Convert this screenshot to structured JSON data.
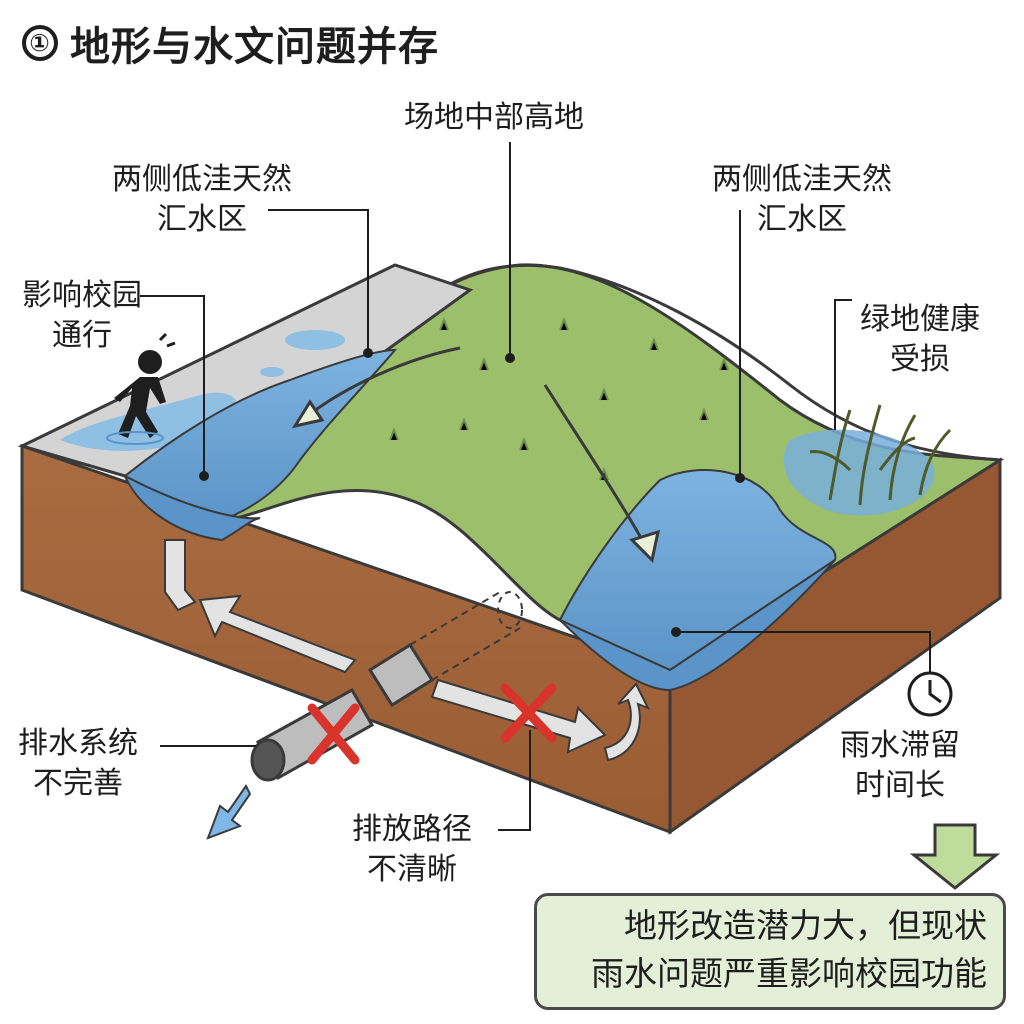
{
  "title": {
    "number": "①",
    "text": "地形与水文问题并存"
  },
  "labels": {
    "center_high": "场地中部高地",
    "left_low": [
      "两侧低洼天然",
      "汇水区"
    ],
    "right_low": [
      "两侧低洼天然",
      "汇水区"
    ],
    "traffic": [
      "影响校园",
      "通行"
    ],
    "greenery": [
      "绿地健康",
      "受损"
    ],
    "drainage": [
      "排水系统",
      "不完善"
    ],
    "discharge": [
      "排放路径",
      "不清晰"
    ],
    "retention": [
      "雨水滞留",
      "时间长"
    ]
  },
  "conclusion": [
    "地形改造潜力大，但现状",
    "雨水问题严重影响校园功能"
  ],
  "icons": [
    "walking-person-icon",
    "clock-icon",
    "red-x-icon",
    "down-arrow-icon"
  ],
  "colors": {
    "grass": "#9cbf6b",
    "grass_dark": "#7fa857",
    "soil": "#a2643a",
    "water": "#6ea6d6",
    "pavement": "#cfcfcf",
    "red": "#d8342c",
    "arrow_fill": "#e3e3e3",
    "callout_bg": "#e4efd8"
  }
}
